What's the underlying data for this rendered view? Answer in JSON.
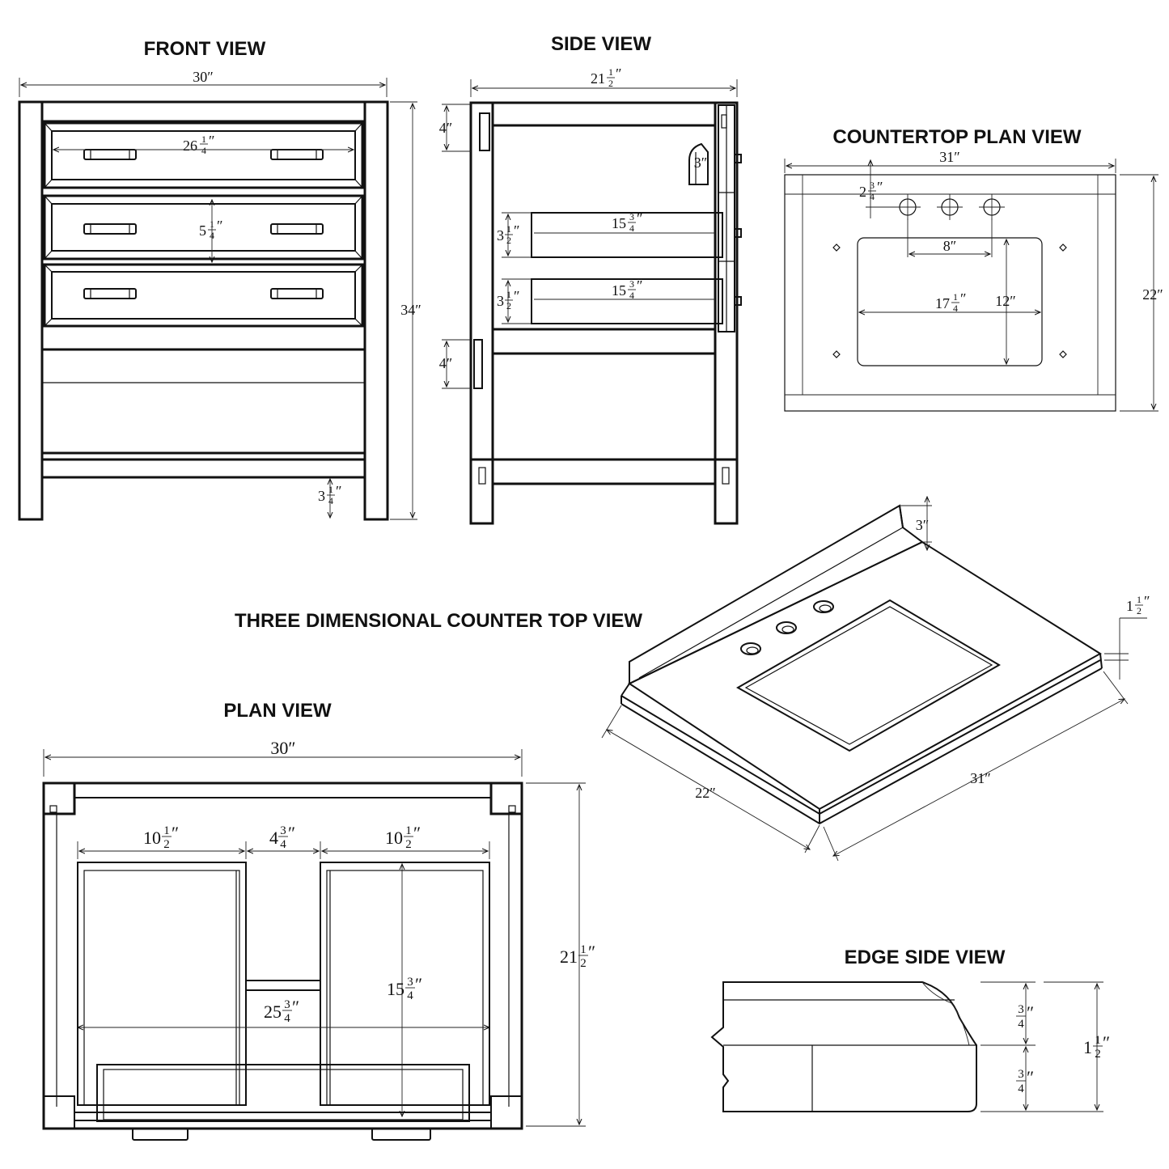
{
  "titles": {
    "front": "FRONT VIEW",
    "side": "SIDE VIEW",
    "countertop_plan": "COUNTERTOP PLAN VIEW",
    "three_d": "THREE DIMENSIONAL COUNTER TOP VIEW",
    "plan": "PLAN VIEW",
    "edge": "EDGE SIDE VIEW"
  },
  "front": {
    "width": "30″",
    "drawer_width_whole": "26",
    "drawer_width_frac_num": "1",
    "drawer_width_frac_den": "4",
    "drawer_width_unit": "″",
    "drawer_height_whole": "5",
    "drawer_height_frac_num": "1",
    "drawer_height_frac_den": "4",
    "drawer_height_unit": "″",
    "height": "34″",
    "toe_whole": "3",
    "toe_frac_num": "1",
    "toe_frac_den": "4",
    "toe_unit": "″"
  },
  "side": {
    "depth_whole": "21",
    "depth_frac_num": "1",
    "depth_frac_den": "2",
    "depth_unit": "″",
    "top_rail": "4″",
    "handle": "3″",
    "drawer1_height_whole": "3",
    "drawer1_height_frac_num": "1",
    "drawer1_height_frac_den": "2",
    "drawer1_height_unit": "″",
    "drawer1_depth_whole": "15",
    "drawer1_depth_frac_num": "3",
    "drawer1_depth_frac_den": "4",
    "drawer1_depth_unit": "″",
    "drawer2_height_whole": "3",
    "drawer2_height_frac_num": "1",
    "drawer2_height_frac_den": "2",
    "drawer2_height_unit": "″",
    "drawer2_depth_whole": "15",
    "drawer2_depth_frac_num": "3",
    "drawer2_depth_frac_den": "4",
    "drawer2_depth_unit": "″",
    "bottom_rail": "4″"
  },
  "countertop_plan": {
    "width": "31″",
    "depth": "22″",
    "faucet_offset_whole": "2",
    "faucet_offset_frac_num": "3",
    "faucet_offset_frac_den": "4",
    "faucet_offset_unit": "″",
    "faucet_spread": "8″",
    "sink_width_whole": "17",
    "sink_width_frac_num": "1",
    "sink_width_frac_den": "4",
    "sink_width_unit": "″",
    "sink_depth": "12″"
  },
  "three_d": {
    "backsplash": "3″",
    "thickness_whole": "1",
    "thickness_frac_num": "1",
    "thickness_frac_den": "2",
    "thickness_unit": "″",
    "depth": "22″",
    "width": "31″"
  },
  "plan": {
    "width": "30″",
    "left_drawer_whole": "10",
    "left_drawer_frac_num": "1",
    "left_drawer_frac_den": "2",
    "left_drawer_unit": "″",
    "gap_whole": "4",
    "gap_frac_num": "3",
    "gap_frac_den": "4",
    "gap_unit": "″",
    "right_drawer_whole": "10",
    "right_drawer_frac_num": "1",
    "right_drawer_frac_den": "2",
    "right_drawer_unit": "″",
    "inner_width_whole": "25",
    "inner_width_frac_num": "3",
    "inner_width_frac_den": "4",
    "inner_width_unit": "″",
    "drawer_depth_whole": "15",
    "drawer_depth_frac_num": "3",
    "drawer_depth_frac_den": "4",
    "drawer_depth_unit": "″",
    "depth_whole": "21",
    "depth_frac_num": "1",
    "depth_frac_den": "2",
    "depth_unit": "″"
  },
  "edge": {
    "upper_num": "3",
    "upper_den": "4",
    "upper_unit": "″",
    "lower_num": "3",
    "lower_den": "4",
    "lower_unit": "″",
    "total_whole": "1",
    "total_frac_num": "1",
    "total_frac_den": "2",
    "total_unit": "″"
  }
}
